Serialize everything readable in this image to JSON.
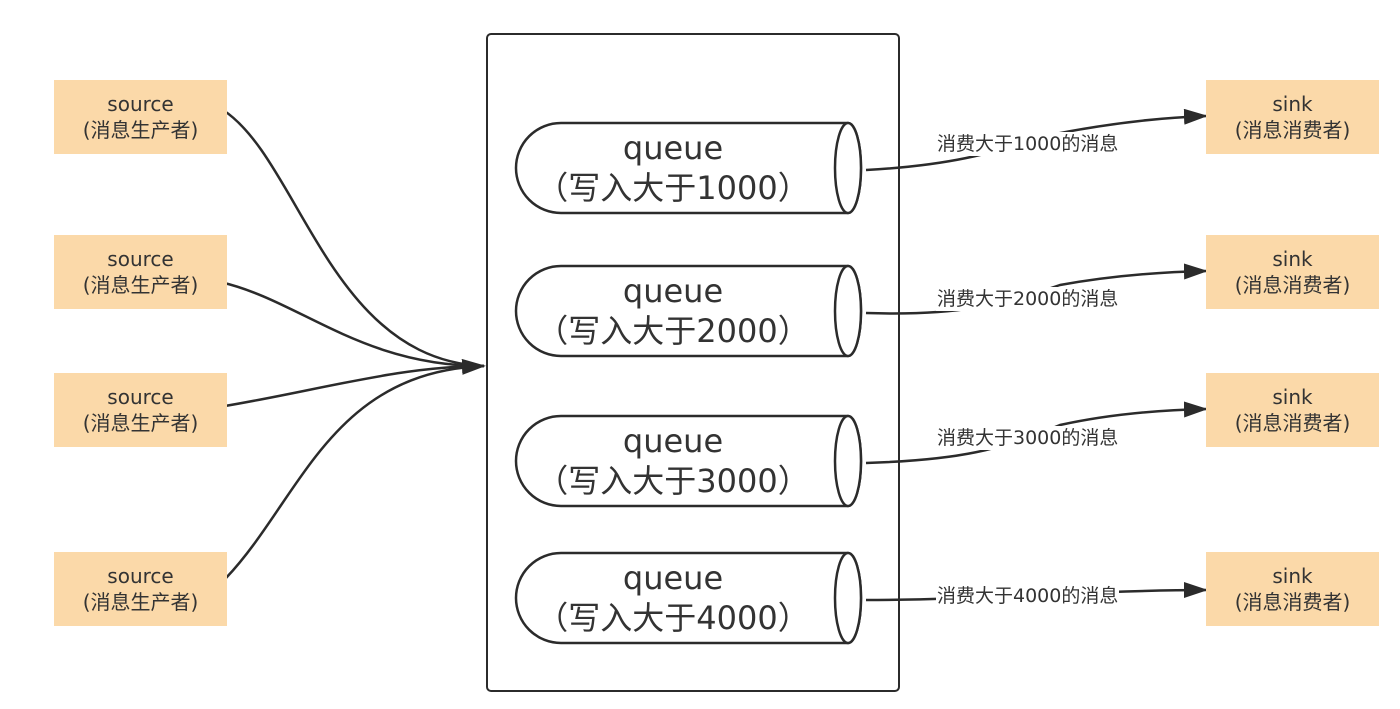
{
  "colors": {
    "node_fill": "#fbd9a9",
    "stroke": "#2b2b2b",
    "text": "#333333"
  },
  "sources": [
    {
      "name": "source",
      "sub": "(消息生产者)"
    },
    {
      "name": "source",
      "sub": "(消息生产者)"
    },
    {
      "name": "source",
      "sub": "(消息生产者)"
    },
    {
      "name": "source",
      "sub": "(消息生产者)"
    }
  ],
  "queues": [
    {
      "name": "queue",
      "sub": "（写入大于1000）"
    },
    {
      "name": "queue",
      "sub": "（写入大于2000）"
    },
    {
      "name": "queue",
      "sub": "（写入大于3000）"
    },
    {
      "name": "queue",
      "sub": "（写入大于4000）"
    }
  ],
  "edge_labels": [
    "消费大于1000的消息",
    "消费大于2000的消息",
    "消费大于3000的消息",
    "消费大于4000的消息"
  ],
  "sinks": [
    {
      "name": "sink",
      "sub": "(消息消费者)"
    },
    {
      "name": "sink",
      "sub": "(消息消费者)"
    },
    {
      "name": "sink",
      "sub": "(消息消费者)"
    },
    {
      "name": "sink",
      "sub": "(消息消费者)"
    }
  ]
}
